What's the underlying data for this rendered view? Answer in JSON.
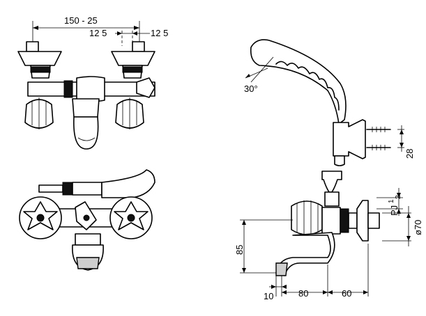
{
  "dimensions": {
    "top_width": "150 - 25",
    "offset_left": "12 5",
    "offset_right": "12 5",
    "angle": "30°",
    "wall_depth": "28",
    "thread": "PJ",
    "thread_super": "1",
    "thread_sub": "2",
    "flange_diameter": "ø70",
    "height": "85",
    "spout_tip": "10",
    "spout_reach": "80",
    "body_reach": "60"
  }
}
